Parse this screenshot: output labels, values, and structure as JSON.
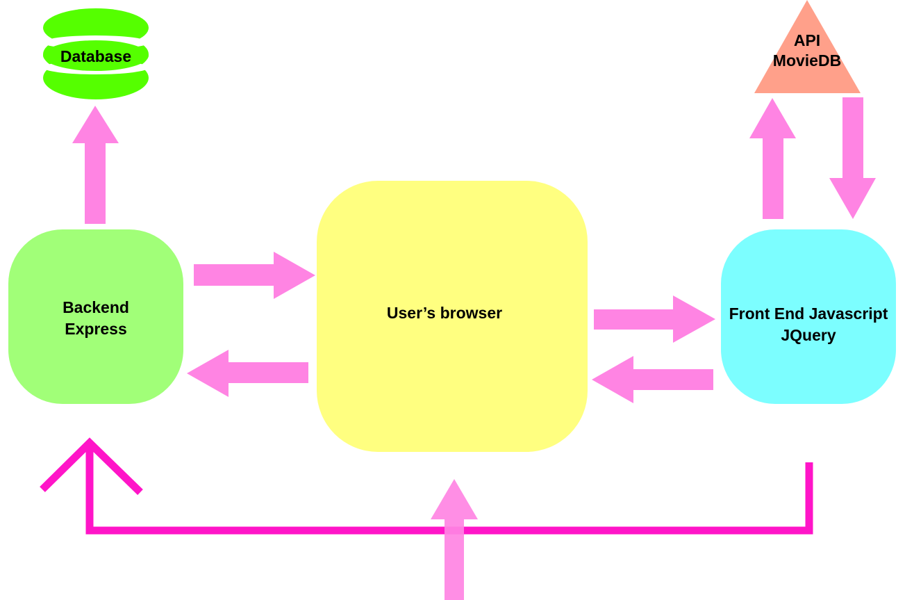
{
  "nodes": {
    "database": {
      "label": "Database",
      "color": "#55ff00"
    },
    "api": {
      "line1": "API",
      "line2": "MovieDB",
      "color": "#ffa08a"
    },
    "backend": {
      "line1": "Backend",
      "line2": "Express",
      "color": "#a1ff78"
    },
    "browser": {
      "label": "User’s browser",
      "color": "#ffff80"
    },
    "frontend": {
      "line1": "Front End Javascript",
      "line2": "JQuery",
      "color": "#7cfeff"
    }
  },
  "colors": {
    "arrow": "#ff84e3",
    "loop_line": "#ff15c8"
  }
}
